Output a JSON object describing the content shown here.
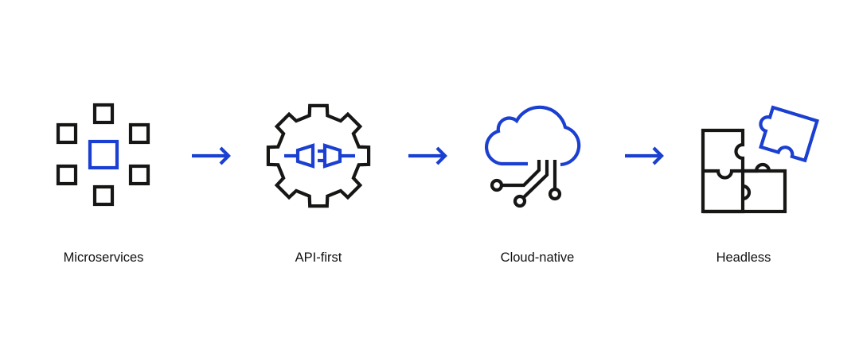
{
  "steps": [
    {
      "label": "Microservices",
      "icon": "microservices-icon"
    },
    {
      "label": "API-first",
      "icon": "gear-plug-icon"
    },
    {
      "label": "Cloud-native",
      "icon": "cloud-circuit-icon"
    },
    {
      "label": "Headless",
      "icon": "puzzle-icon"
    }
  ],
  "connector_icon": "arrow-right-icon",
  "colors": {
    "accent": "#1a3fd1",
    "ink": "#161614",
    "background": "#ffffff"
  }
}
